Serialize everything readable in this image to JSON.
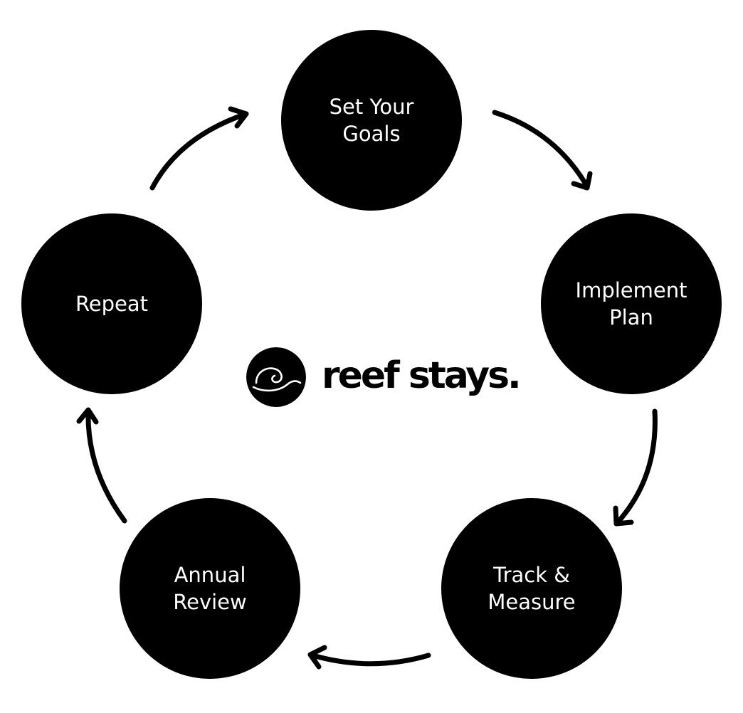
{
  "colors": {
    "node_fill": "#000000",
    "node_text": "#ffffff",
    "arrow": "#000000",
    "logo": "#000000",
    "background": "#ffffff"
  },
  "cycle": {
    "steps": [
      {
        "id": "goals",
        "lines": [
          "Set Your",
          "Goals"
        ]
      },
      {
        "id": "implement",
        "lines": [
          "Implement",
          "Plan"
        ]
      },
      {
        "id": "track",
        "lines": [
          "Track &",
          "Measure"
        ]
      },
      {
        "id": "review",
        "lines": [
          "Annual",
          "Review"
        ]
      },
      {
        "id": "repeat",
        "lines": [
          "Repeat"
        ]
      }
    ],
    "arrows": [
      {
        "from": "goals",
        "to": "implement"
      },
      {
        "from": "implement",
        "to": "track"
      },
      {
        "from": "track",
        "to": "review"
      },
      {
        "from": "review",
        "to": "repeat"
      },
      {
        "from": "repeat",
        "to": "goals"
      }
    ]
  },
  "logo": {
    "icon": "wave-icon",
    "text": "reef stays."
  }
}
